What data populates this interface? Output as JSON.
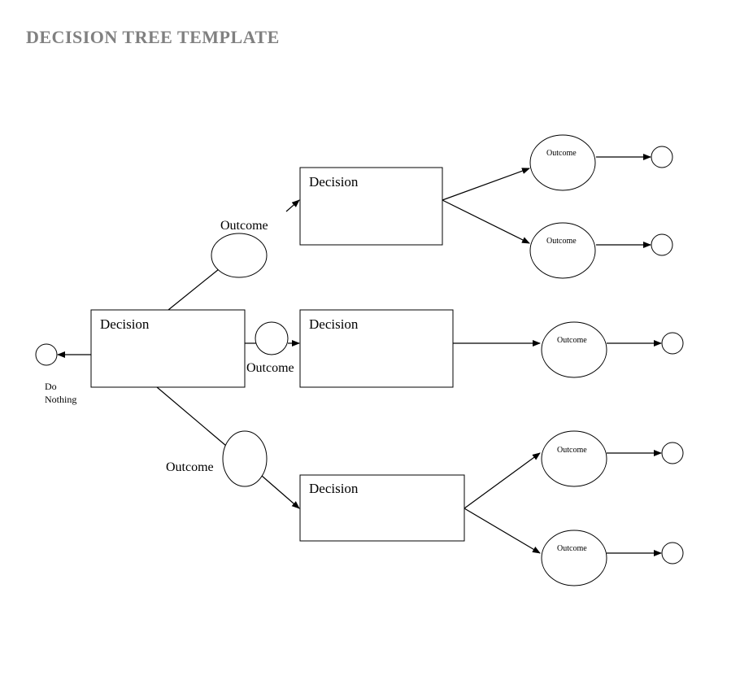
{
  "title": "DECISION TREE TEMPLATE",
  "root": {
    "decision_label": "Decision",
    "do_nothing": [
      "Do",
      "Nothing"
    ]
  },
  "branches": [
    {
      "outcome_label": "Outcome",
      "decision_label": "Decision",
      "sub_outcomes": [
        "Outcome",
        "Outcome"
      ]
    },
    {
      "outcome_label": "Outcome",
      "decision_label": "Decision",
      "sub_outcomes": [
        "Outcome"
      ]
    },
    {
      "outcome_label": "Outcome",
      "decision_label": "Decision",
      "sub_outcomes": [
        "Outcome",
        "Outcome"
      ]
    }
  ]
}
